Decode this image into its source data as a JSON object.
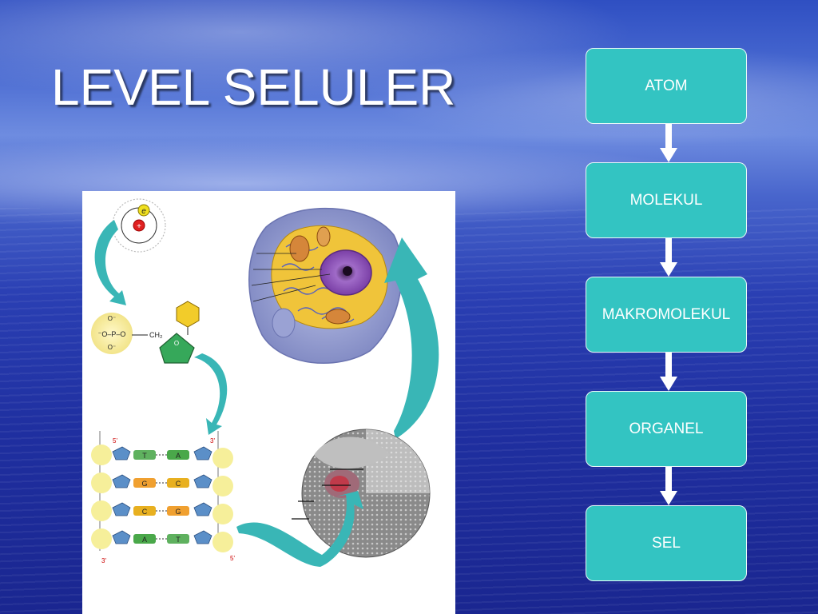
{
  "slide": {
    "title": "LEVEL SELULER"
  },
  "flowchart": {
    "steps": [
      "ATOM",
      "MOLEKUL",
      "MAKROMOLEKUL",
      "ORGANEL",
      "SEL"
    ],
    "box_color": "#33c4c2",
    "arrow_color": "#ffffff"
  },
  "illustration": {
    "atom": {
      "electron_label": "e",
      "nucleus_label": "+"
    },
    "nucleotide": {
      "phosphate_text_top": "O⁻",
      "phosphate_text_mid": "⁻O–P–O",
      "phosphate_text_bot": "O⁻",
      "sugar_link": "CH₂",
      "ring_label": "O"
    },
    "dna_pairs": [
      "T",
      "A",
      "G",
      "C",
      "C",
      "G",
      "A",
      "T"
    ],
    "dna_ends": [
      "5'",
      "3'",
      "3'",
      "5'"
    ],
    "accent_color": "#39b6b6"
  }
}
